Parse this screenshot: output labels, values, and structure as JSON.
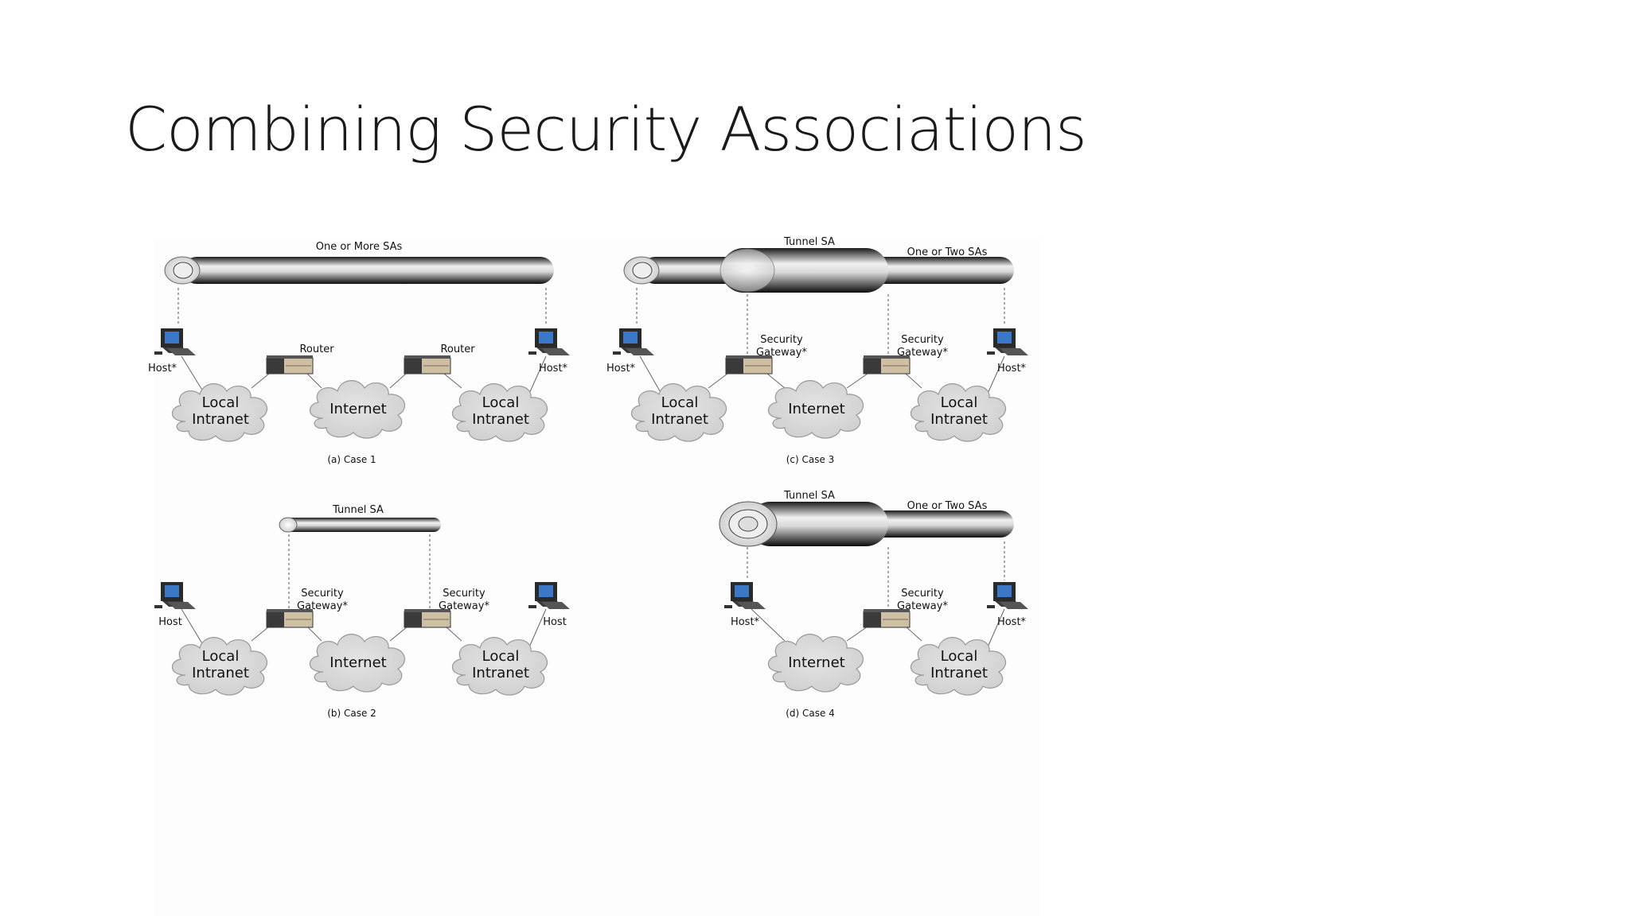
{
  "slide": {
    "title": "Combining Security Associations"
  },
  "labels": {
    "one_or_more_sas": "One or More SAs",
    "tunnel_sa": "Tunnel SA",
    "one_or_two_sas": "One or Two SAs",
    "router": "Router",
    "security": "Security",
    "gateway_star": "Gateway*",
    "host_star": "Host*",
    "host": "Host",
    "local": "Local",
    "intranet": "Intranet",
    "internet": "Internet"
  },
  "captions": {
    "case1": "(a) Case 1",
    "case2": "(b) Case 2",
    "case3": "(c) Case 3",
    "case4": "(d) Case 4"
  }
}
